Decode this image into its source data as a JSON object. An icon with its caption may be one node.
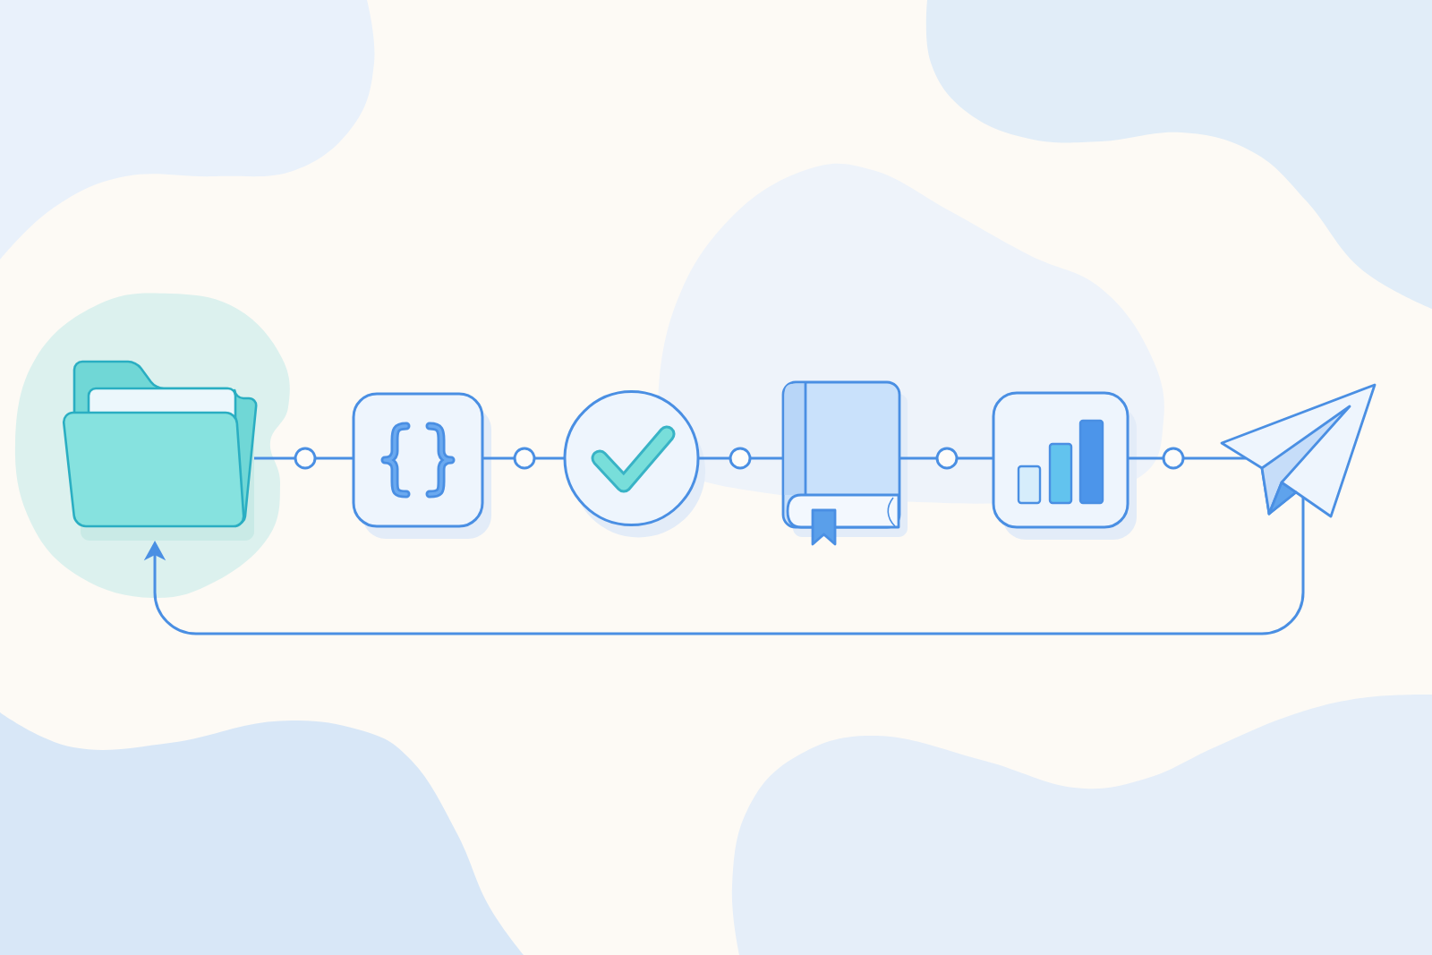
{
  "diagram": {
    "nodes": [
      {
        "text": [],
        "shape": "picture"
      },
      {
        "text": [],
        "shape": "circle"
      },
      {
        "text": [],
        "shape": "box"
      },
      {
        "text": [],
        "shape": "circle"
      },
      {
        "text": [],
        "shape": "circle"
      },
      {
        "text": [],
        "shape": "circle"
      },
      {
        "text": [],
        "shape": "picture"
      },
      {
        "text": [],
        "shape": "circle"
      },
      {
        "text": [],
        "shape": "box"
      },
      {
        "text": [],
        "shape": "circle"
      },
      {
        "text": [],
        "shape": "picture"
      }
    ],
    "edges": [
      {
        "from": 0,
        "to": 1,
        "arrow": "none"
      },
      {
        "from": 1,
        "to": 2,
        "arrow": "none"
      },
      {
        "from": 2,
        "to": 3,
        "arrow": "none"
      },
      {
        "from": 3,
        "to": 4,
        "arrow": "none"
      },
      {
        "from": 4,
        "to": 5,
        "arrow": "none"
      },
      {
        "from": 5,
        "to": 6,
        "arrow": "none"
      },
      {
        "from": 6,
        "to": 7,
        "arrow": "none"
      },
      {
        "from": 7,
        "to": 8,
        "arrow": "none"
      },
      {
        "from": 8,
        "to": 9,
        "arrow": "none"
      },
      {
        "from": 9,
        "to": 10,
        "arrow": "none"
      },
      {
        "from": 10,
        "to": 0,
        "arrow": "to"
      }
    ]
  }
}
